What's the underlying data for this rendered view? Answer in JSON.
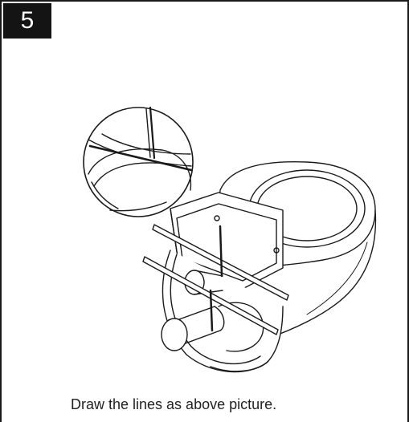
{
  "step": {
    "number": "5"
  },
  "instruction": {
    "text": "Draw the lines as above picture."
  },
  "colors": {
    "ink": "#1a1a1a",
    "badge_bg": "#141414",
    "badge_text": "#ffffff",
    "paper": "#ffffff"
  },
  "illustration": {
    "subject": "toilet-bowl-underside-with-marked-lines",
    "detail_view": "magnified-circle"
  }
}
